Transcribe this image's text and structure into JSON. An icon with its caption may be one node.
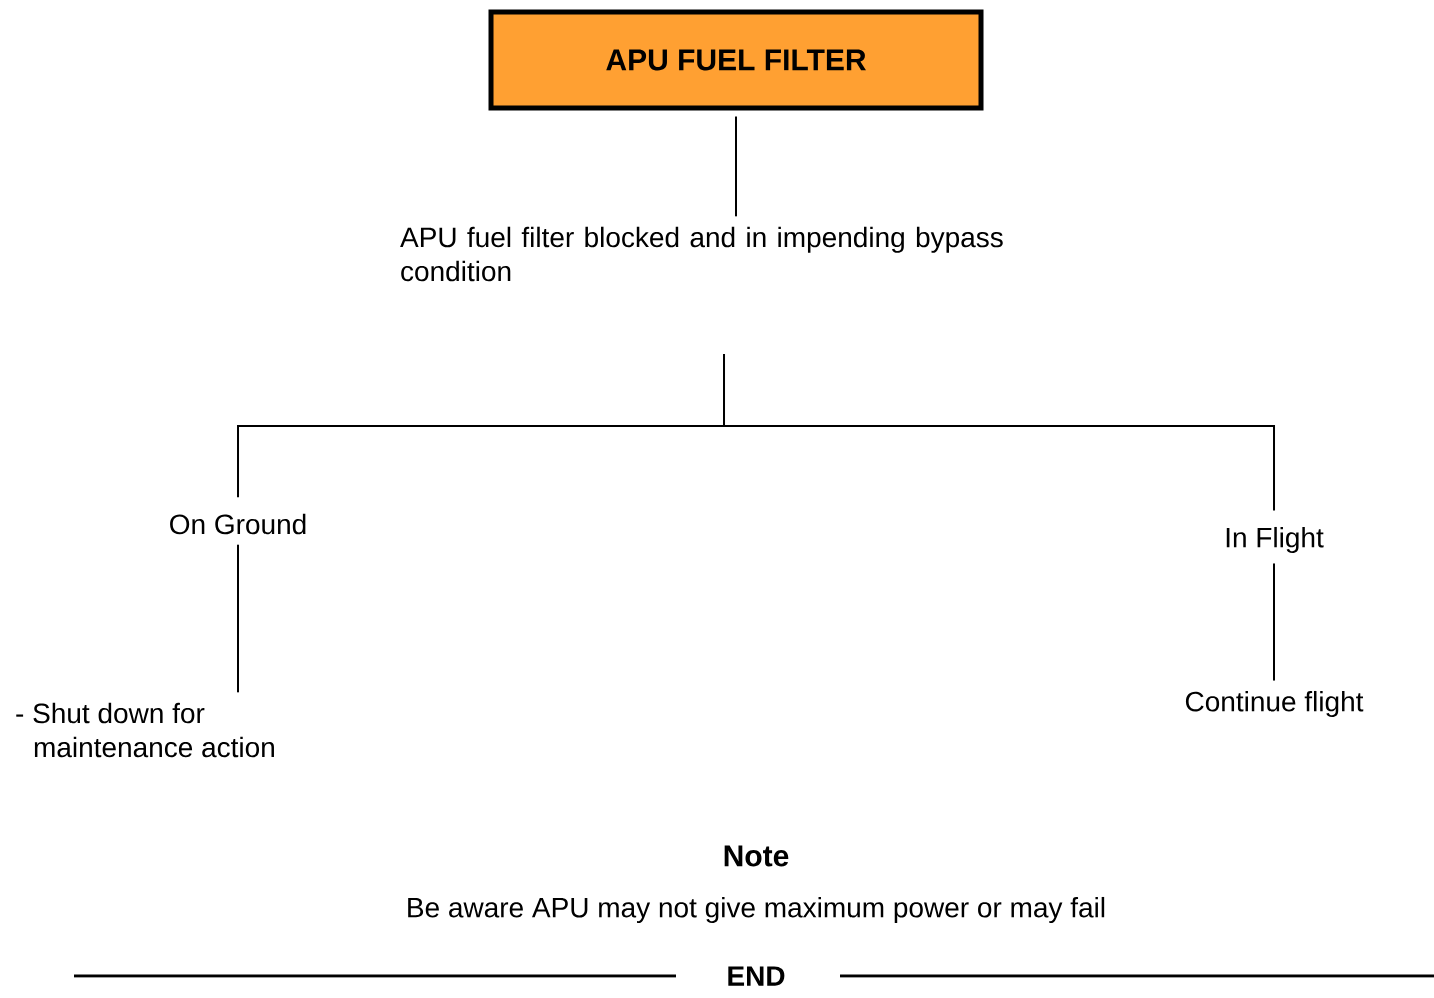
{
  "diagram": {
    "nodes": [
      {
        "text": [
          "APU FUEL FILTER"
        ]
      },
      {
        "text": [
          "APU fuel filter blocked and in impending bypass condition"
        ]
      },
      {
        "text": [
          "On Ground"
        ]
      },
      {
        "text": [
          "In Flight"
        ]
      },
      {
        "text": [
          "- Shut down for maintenance action"
        ]
      },
      {
        "text": [
          "Continue flight"
        ]
      }
    ],
    "edges": [
      {
        "from": 0,
        "to": 1,
        "arrow": "none"
      },
      {
        "from": 1,
        "to": 2,
        "arrow": "none"
      },
      {
        "from": 1,
        "to": 3,
        "arrow": "none"
      },
      {
        "from": 2,
        "to": 4,
        "arrow": "none"
      },
      {
        "from": 3,
        "to": 5,
        "arrow": "none"
      }
    ],
    "labels": [
      "Note",
      "Be aware APU may not give maximum power or may fail",
      "END"
    ]
  }
}
